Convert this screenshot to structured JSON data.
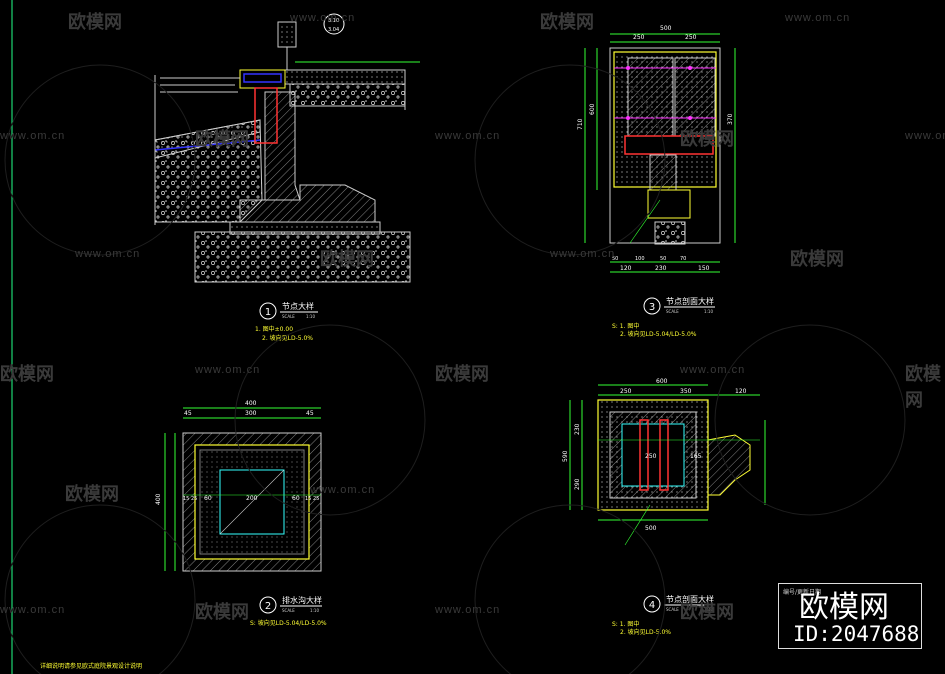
{
  "details": [
    {
      "num": "1",
      "title": "节点大样",
      "scale_label": "SCALE",
      "scale": "1:10",
      "notes": [
        "1. 图中±0.00",
        "2. 坡向见LD-5.0%"
      ]
    },
    {
      "num": "2",
      "title": "排水沟大样",
      "scale_label": "SCALE",
      "scale": "1:10",
      "notes": [
        "S: 坡向见LD-5.04/LD-5.0%"
      ]
    },
    {
      "num": "3",
      "title": "节点剖面大样",
      "scale_label": "SCALE",
      "scale": "1:10",
      "notes": [
        "S: 1. 图中",
        "2. 坡向见LD-5.04/LD-5.0%"
      ]
    },
    {
      "num": "4",
      "title": "节点剖面大样",
      "scale_label": "SCALE",
      "scale": "1:10",
      "notes": [
        "S: 1. 图中",
        "2. 坡向见LD-5.0%"
      ]
    }
  ],
  "elevation_tag": [
    "3.10",
    "3.04"
  ],
  "dims_d2": {
    "top": "400",
    "left_part": "45",
    "mid": "300",
    "right_part": "45",
    "side_total": "400",
    "inner": "200",
    "offset": "60",
    "small": "15 25"
  },
  "dims_d3": {
    "top": "500",
    "top_a": "250",
    "top_b": "250",
    "left": "710",
    "left_a": "600",
    "right_a": "370",
    "bottom": [
      "120",
      "230",
      "150"
    ],
    "bottom2": [
      "50",
      "100",
      "50",
      "70"
    ]
  },
  "dims_d4": {
    "top": "600",
    "top_a": "250",
    "top_b": "350",
    "top_c": "120",
    "bottom": "500",
    "left": "590",
    "left_a": "230",
    "left_b": "290",
    "inner": "250",
    "inner2": "165"
  },
  "watermark": {
    "logo": "欧模网",
    "url": "www.om.cn"
  },
  "stamp": {
    "brand": "欧模网",
    "id": "ID:2047688",
    "small": "编号/更新日期"
  },
  "bottom_note": "详细说明请参见欧式庭院景观设计说明"
}
